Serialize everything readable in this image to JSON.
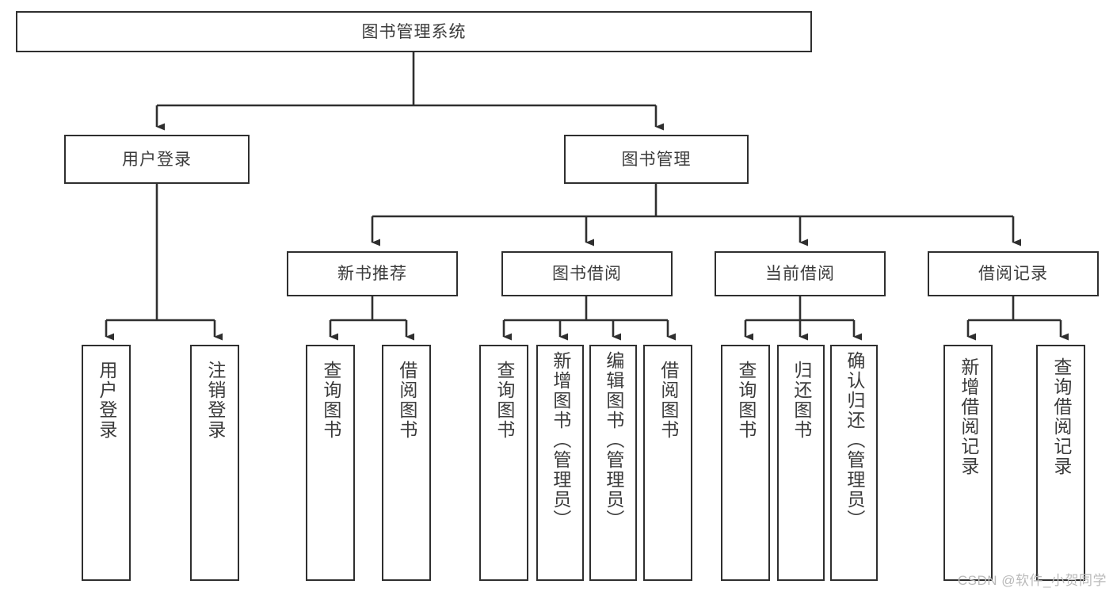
{
  "diagram": {
    "type": "tree-hierarchy",
    "title": "图书管理系统",
    "root": {
      "id": "root",
      "label": "图书管理系统"
    },
    "level2": [
      {
        "id": "user-login",
        "label": "用户登录"
      },
      {
        "id": "book-manage",
        "label": "图书管理"
      }
    ],
    "level3": [
      {
        "id": "new-book-recommend",
        "label": "新书推荐",
        "parent": "book-manage"
      },
      {
        "id": "book-borrow",
        "label": "图书借阅",
        "parent": "book-manage"
      },
      {
        "id": "current-borrow",
        "label": "当前借阅",
        "parent": "book-manage"
      },
      {
        "id": "borrow-record",
        "label": "借阅记录",
        "parent": "book-manage"
      }
    ],
    "leaves": [
      {
        "id": "leaf-user-login",
        "label": "用户登录",
        "parent": "user-login"
      },
      {
        "id": "leaf-logout",
        "label": "注销登录",
        "parent": "user-login"
      },
      {
        "id": "leaf-query-book-1",
        "label": "查询图书",
        "parent": "new-book-recommend"
      },
      {
        "id": "leaf-borrow-book-1",
        "label": "借阅图书",
        "parent": "new-book-recommend"
      },
      {
        "id": "leaf-query-book-2",
        "label": "查询图书",
        "parent": "book-borrow"
      },
      {
        "id": "leaf-add-book",
        "label": "新增图书（管理员）",
        "parent": "book-borrow"
      },
      {
        "id": "leaf-edit-book",
        "label": "编辑图书（管理员）",
        "parent": "book-borrow"
      },
      {
        "id": "leaf-borrow-book-2",
        "label": "借阅图书",
        "parent": "book-borrow"
      },
      {
        "id": "leaf-query-book-3",
        "label": "查询图书",
        "parent": "current-borrow"
      },
      {
        "id": "leaf-return-book",
        "label": "归还图书",
        "parent": "current-borrow"
      },
      {
        "id": "leaf-confirm-return",
        "label": "确认归还（管理员）",
        "parent": "current-borrow"
      },
      {
        "id": "leaf-add-record",
        "label": "新增借阅记录",
        "parent": "borrow-record"
      },
      {
        "id": "leaf-query-record",
        "label": "查询借阅记录",
        "parent": "borrow-record"
      }
    ]
  },
  "watermark": {
    "text": "CSDN @软件_小贺同学"
  },
  "colors": {
    "border": "#2f2f2f",
    "text": "#3b3b3b",
    "background": "#ffffff",
    "watermark": "#b9b9b9"
  }
}
